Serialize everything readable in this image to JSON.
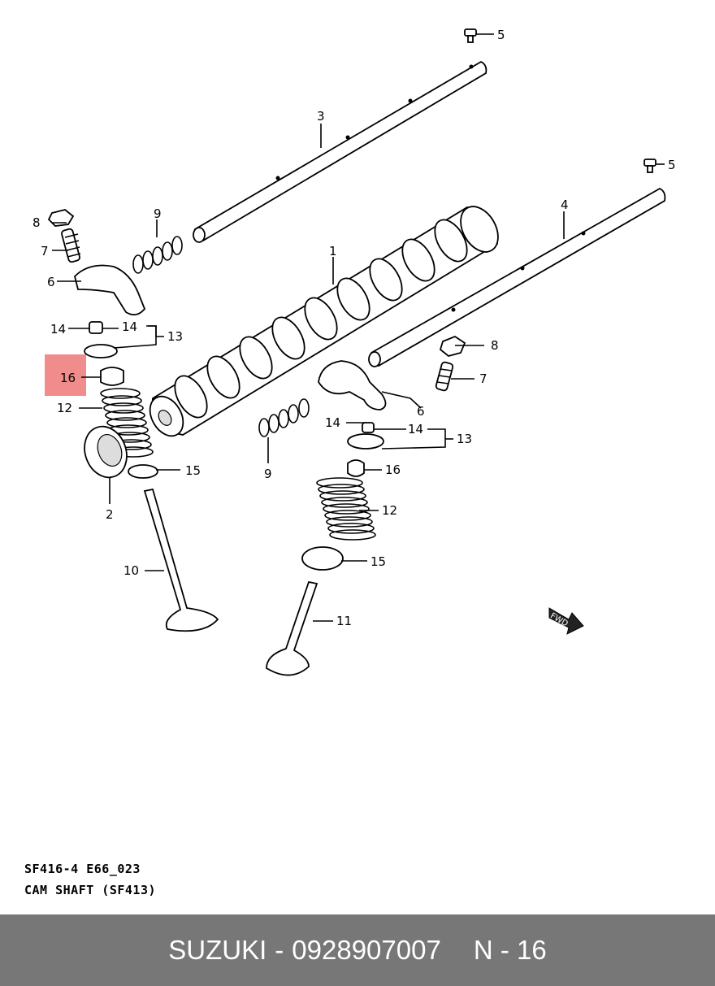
{
  "diagram": {
    "caption_code": "SF416-4 E66_023",
    "caption_title": "CAM SHAFT (SF413)",
    "fwd_label": "FWD",
    "highlight_color": "#f08080",
    "callouts": {
      "c1": "1",
      "c2": "2",
      "c3": "3",
      "c4": "4",
      "c5a": "5",
      "c5b": "5",
      "c6a": "6",
      "c6b": "6",
      "c7a": "7",
      "c7b": "7",
      "c8a": "8",
      "c8b": "8",
      "c9a": "9",
      "c9b": "9",
      "c10": "10",
      "c11": "11",
      "c12a": "12",
      "c12b": "12",
      "c13a": "13",
      "c13b": "13",
      "c14a": "14",
      "c14b": "14",
      "c14c": "14",
      "c14d": "14",
      "c15a": "15",
      "c15b": "15",
      "c16a": "16",
      "c16b": "16"
    }
  },
  "footer": {
    "brand": "SUZUKI",
    "separator": "-",
    "part_number": "0928907007",
    "ref": "N - 16"
  }
}
